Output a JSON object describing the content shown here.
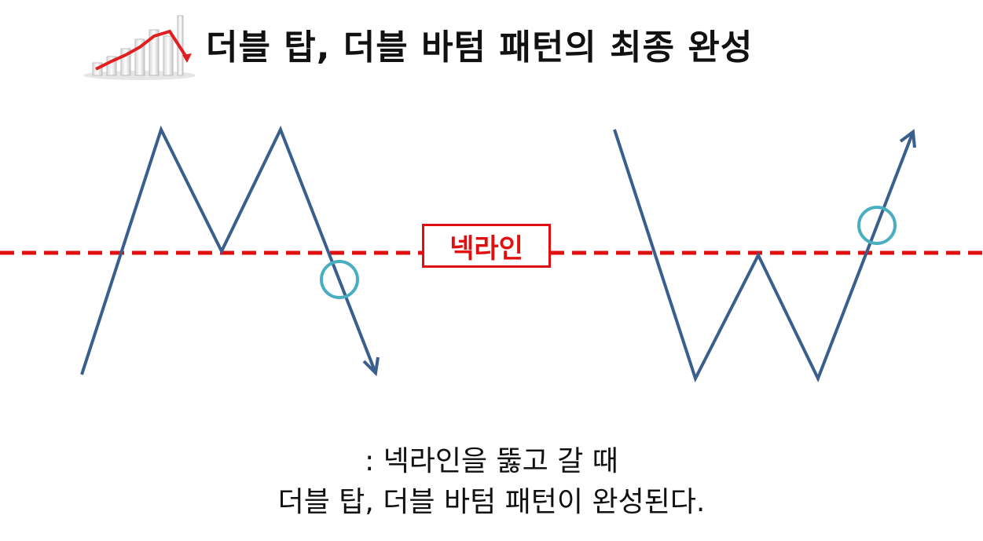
{
  "header": {
    "icon": "chart-logo-icon",
    "title": "더블 탑, 더블 바텀 패턴의 최종 완성"
  },
  "diagram": {
    "neckline_label": "넥라인",
    "colors": {
      "price_line": "#3b5f8c",
      "neckline": "#e01010",
      "breakout_marker": "#4aaec2"
    },
    "double_top": {
      "breakout": "down"
    },
    "double_bottom": {
      "breakout": "up"
    }
  },
  "caption": {
    "line1": ": 넥라인을 뚫고 갈 때",
    "line2": "더블 탑, 더블 바텀 패턴이 완성된다."
  }
}
